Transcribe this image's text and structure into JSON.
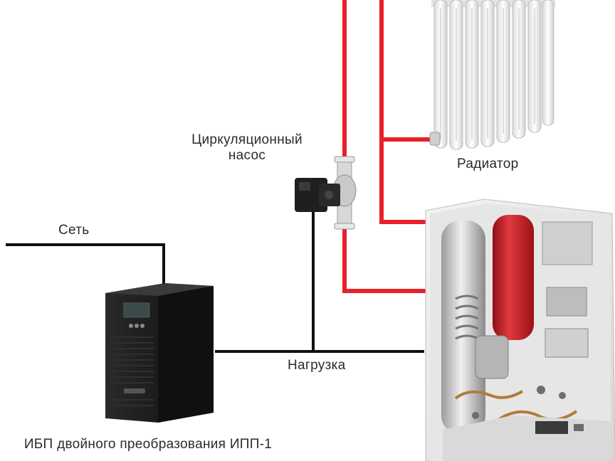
{
  "labels": {
    "pump": "Циркуляционный насос",
    "radiator": "Радиатор",
    "grid": "Сеть",
    "load": "Нагрузка",
    "ups": "ИБП двойного преобразования ИПП-1"
  },
  "colors": {
    "hot_pipe": "#e8202a",
    "cable": "#111111",
    "boiler_body": "#ececec",
    "expansion_tank": "#c4171d",
    "ups_body": "#1c1c1c",
    "text": "#2b2b2b"
  },
  "icons": [
    "radiator-icon",
    "circulation-pump-icon",
    "ups-unit-icon",
    "gas-boiler-icon"
  ]
}
